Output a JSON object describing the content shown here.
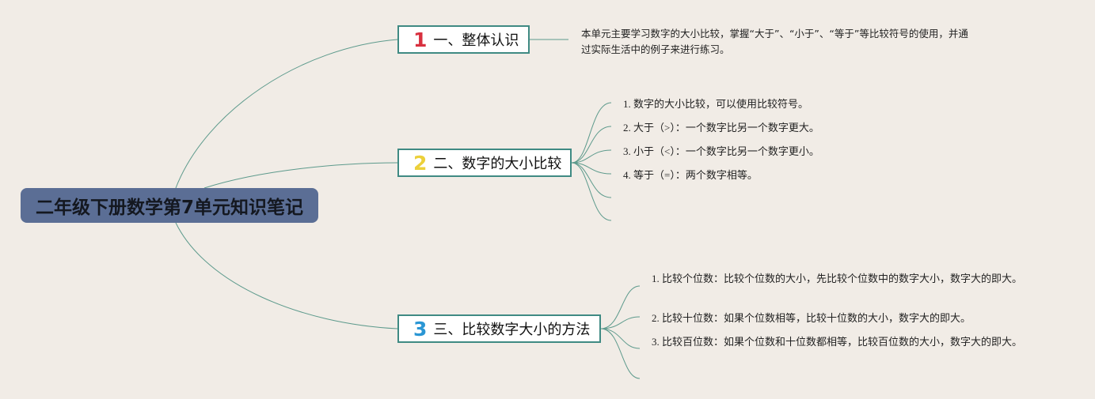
{
  "root": {
    "title": "二年级下册数学第7单元知识笔记"
  },
  "topics": [
    {
      "number": "1",
      "label": "一、整体认识",
      "note": "本单元主要学习数字的大小比较，掌握“大于”、“小于”、“等于”等比较符号的使用，并通过实际生活中的例子来进行练习。"
    },
    {
      "number": "2",
      "label": "二、数字的大小比较",
      "items": [
        "1. 数字的大小比较，可以使用比较符号。",
        "2. 大于（>）：一个数字比另一个数字更大。",
        "3. 小于（<）：一个数字比另一个数字更小。",
        "4. 等于（=）：两个数字相等。"
      ]
    },
    {
      "number": "3",
      "label": "三、比较数字大小的方法",
      "items": [
        "1. 比较个位数：比较个位数的大小，先比较个位数中的数字大小，数字大的即大。",
        "2. 比较十位数：如果个位数相等，比较十位数的大小，数字大的即大。",
        "3. 比较百位数：如果个位数和十位数都相等，比较百位数的大小，数字大的即大。"
      ]
    }
  ],
  "colors": {
    "background": "#f1ece6",
    "root_fill": "#5b6e95",
    "connector": "#5d9a8c",
    "topic_border": "#3f8a83",
    "num1": "#d8303f",
    "num2": "#ecd03a",
    "num3": "#2a96d4"
  }
}
